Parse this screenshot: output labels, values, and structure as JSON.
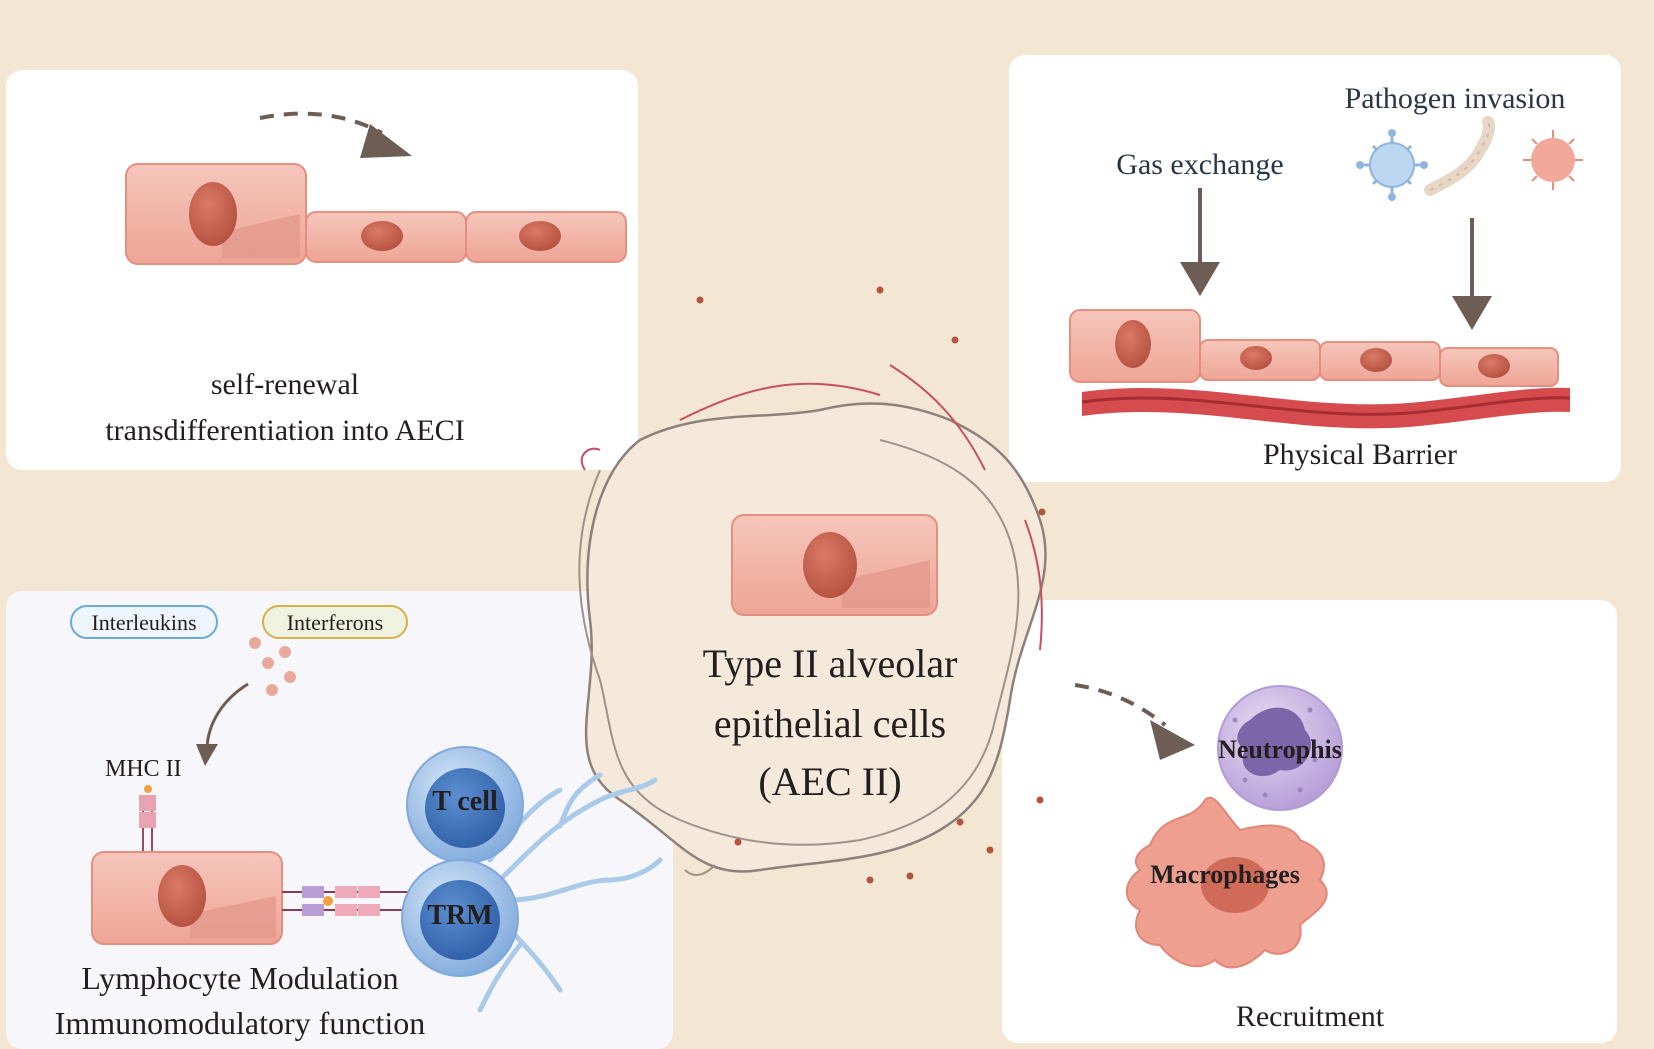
{
  "center": {
    "line1": "Type II alveolar",
    "line2": "epithelial cells",
    "line3": "(AEC II)"
  },
  "top_left": {
    "line1": "self-renewal",
    "line2": "transdifferentiation into AECI"
  },
  "top_right": {
    "gas_exchange": "Gas exchange",
    "pathogen_invasion": "Pathogen invasion",
    "physical_barrier": "Physical Barrier"
  },
  "bottom_left": {
    "interleukins": "Interleukins",
    "interferons": "Interferons",
    "mhc": "MHC II",
    "t_cell": "T cell",
    "trm": "TRM",
    "line1": "Lymphocyte Modulation",
    "line2": "Immunomodulatory function"
  },
  "bottom_right": {
    "neutrophils": "Neutrophis",
    "macrophages": "Macrophages",
    "recruitment": "Recruitment"
  },
  "colors": {
    "background": "#f3e6d3",
    "cell_body": "#f2b4a8",
    "nucleus": "#c7604f",
    "arrow": "#6d5d54",
    "vessel": "#c83a3e",
    "t_cell": "#8cb6e3",
    "neutrophil": "#c6b3e0",
    "macrophage": "#ee9f8f"
  }
}
